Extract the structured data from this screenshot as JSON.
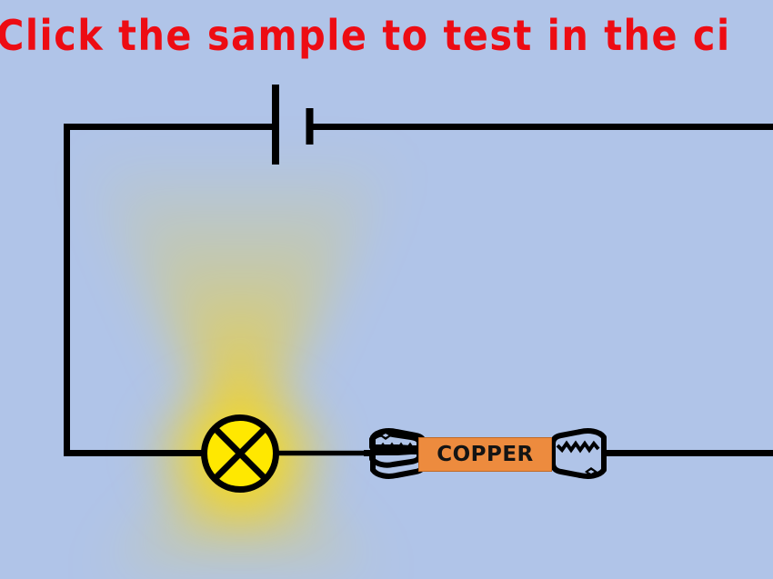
{
  "scene": {
    "title": "Click the sample to test in the ci",
    "title_full_visible": "Click the sample to test in the ci",
    "background_color": "#b0c4e8",
    "title_color": "#ed0c13"
  },
  "circuit": {
    "wire_color": "#000000",
    "battery": {
      "name": "battery",
      "long_terminal_label": "",
      "short_terminal_label": ""
    },
    "lamp": {
      "name": "lamp",
      "state": "lit",
      "fill_color": "#ffe800",
      "outline_color": "#000000",
      "glow_color": "#ffd400"
    },
    "sample": {
      "label": "COPPER",
      "fill_color": "#ed8b3e",
      "border_color": "#c06a27",
      "text_color": "#141414"
    },
    "clips": {
      "left_label": "crocodile-clip-left",
      "right_label": "crocodile-clip-right",
      "color": "#000000"
    }
  }
}
